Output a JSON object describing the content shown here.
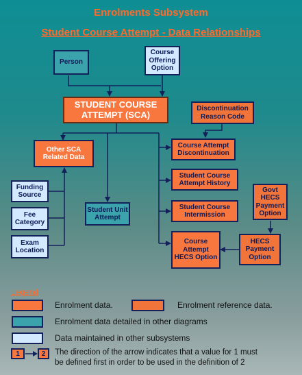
{
  "header": {
    "title": "Enrolments Subsystem",
    "subtitle": "Student Course Attempt - Data Relationships"
  },
  "nodes": {
    "person": "Person",
    "course_offering_option": "Course Offering Option",
    "sca": "STUDENT COURSE ATTEMPT (SCA)",
    "discontinuation_reason_code": "Discontinuation Reason Code",
    "other_sca_related_data": "Other SCA Related Data",
    "course_attempt_discontinuation": "Course Attempt Discontinuation",
    "student_course_attempt_history": "Student Course Attempt History",
    "govt_hecs_payment_option": "Govt HECS Payment Option",
    "funding_source": "Funding Source",
    "fee_category": "Fee Category",
    "exam_location": "Exam Location",
    "student_unit_attempt": "Student Unit Attempt",
    "student_course_intermission": "Student Course Intermission",
    "course_attempt_hecs_option": "Course Attempt HECS Option",
    "hecs_payment_option": "HECS Payment Option"
  },
  "legend": {
    "title": "Legend",
    "enrolment_data": "Enrolment data.",
    "enrolment_reference_data": "Enrolment reference data.",
    "detailed_in_other_diagrams": "Enrolment data detailed in other diagrams",
    "maintained_in_other_subsystems": "Data maintained in other subsystems",
    "arrow_example_from": "1",
    "arrow_example_to": "2",
    "arrow_note_line1": "The direction of the arrow indicates that a value for 1 must",
    "arrow_note_line2": "be defined first in order to be used in the definition of 2"
  },
  "colors": {
    "enrolment_data": "#f8773f",
    "enrolment_reference_data": "#f1743a",
    "other_diagrams": "#3aa3ab",
    "other_subsystems": "#d3e9ff",
    "title": "#ff6a2b",
    "arrow": "#13205a"
  }
}
